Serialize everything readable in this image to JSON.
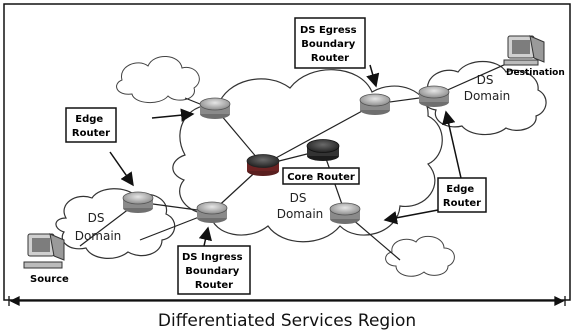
{
  "labels": {
    "ds_egress_boundary_router": [
      "DS Egress",
      "Boundary",
      "Router"
    ],
    "edge_router_left": [
      "Edge",
      "Router"
    ],
    "edge_router_right": [
      "Edge",
      "Router"
    ],
    "ds_ingress_boundary_router": [
      "DS Ingress",
      "Boundary",
      "Router"
    ],
    "core_router": "Core Router",
    "ds_domain_center": [
      "DS",
      "Domain"
    ],
    "ds_domain_left": [
      "DS",
      "Domain"
    ],
    "ds_domain_right": [
      "DS",
      "Domain"
    ],
    "destination": "Destination",
    "source": "Source",
    "region_title": "Differentiated Services Region"
  }
}
